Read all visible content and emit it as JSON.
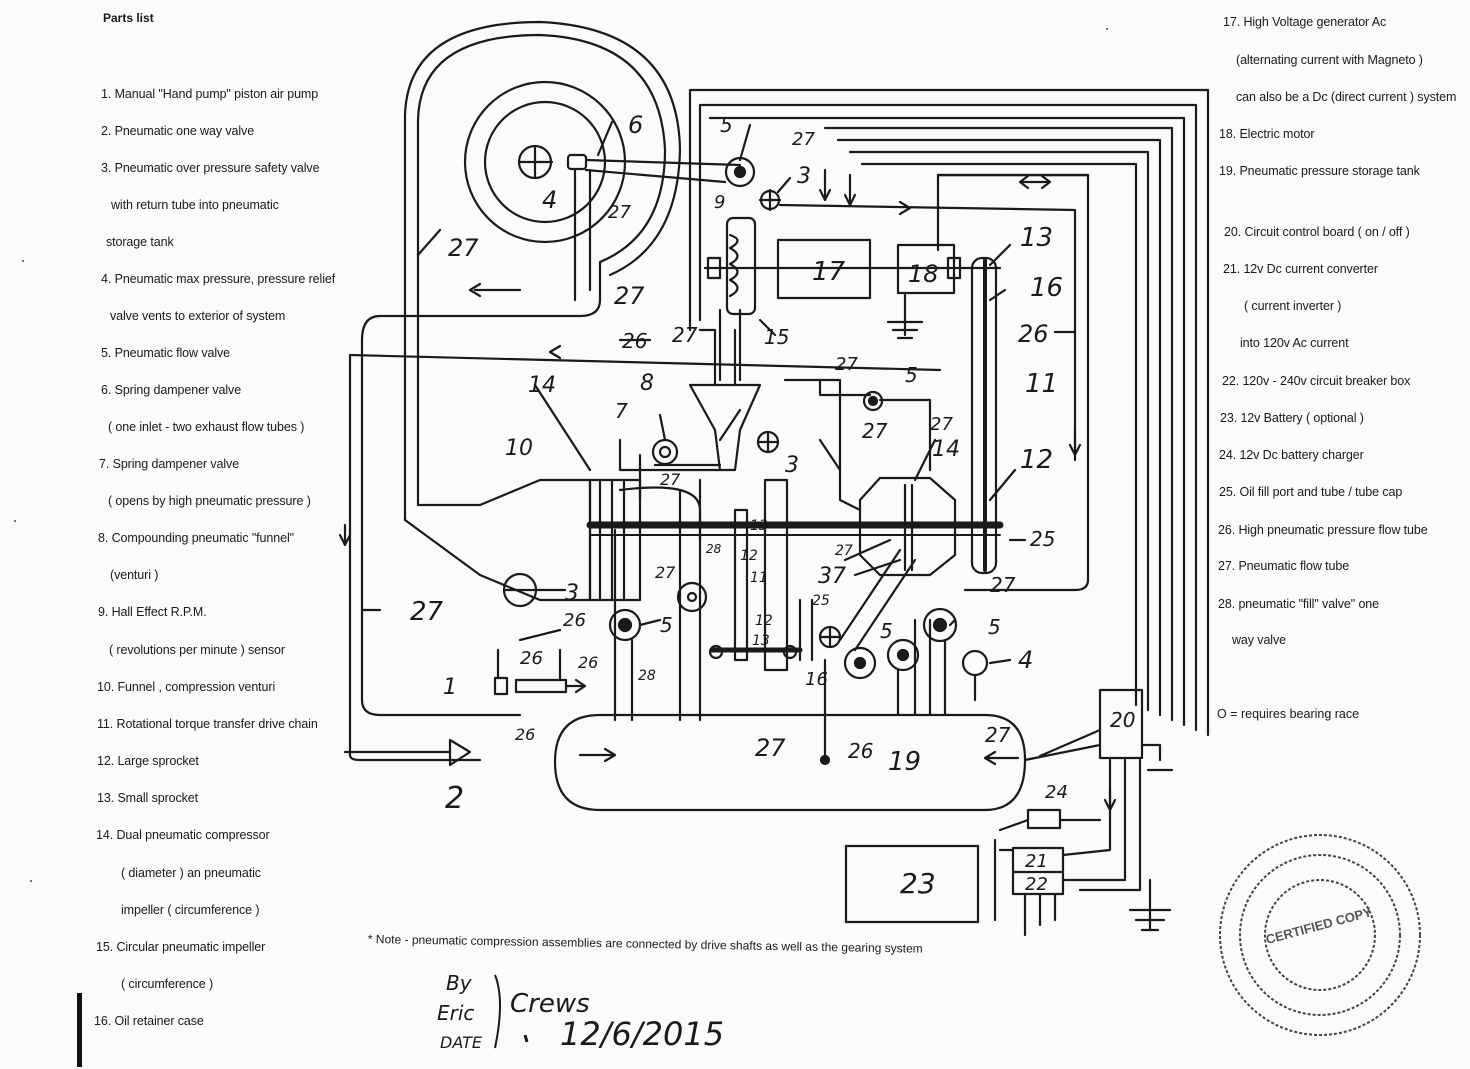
{
  "parts_list": {
    "title": "Parts list",
    "left": [
      "1. Manual \"Hand pump\" piston air pump",
      "2. Pneumatic one way valve",
      "3. Pneumatic over pressure safety valve",
      "with return tube into pneumatic",
      "storage tank",
      "4. Pneumatic max pressure, pressure relief",
      "valve vents to exterior of system",
      "5. Pneumatic flow valve",
      "6. Spring dampener valve",
      "( one inlet - two exhaust flow tubes )",
      "7. Spring dampener valve",
      "( opens by high pneumatic pressure )",
      "8. Compounding pneumatic \"funnel\"",
      "(venturi )",
      "9. Hall Effect R.P.M.",
      "( revolutions per minute ) sensor",
      "10. Funnel , compression venturi",
      "11. Rotational torque transfer drive chain",
      "12. Large sprocket",
      "13. Small sprocket",
      "14. Dual pneumatic compressor",
      "( diameter ) an     pneumatic",
      "impeller ( circumference )",
      "15. Circular pneumatic impeller",
      "( circumference )",
      "16. Oil retainer case"
    ],
    "right": [
      "17. High Voltage generator Ac",
      "(alternating current with Magneto )",
      "can also be a Dc (direct current ) system",
      "18. Electric motor",
      "19. Pneumatic pressure storage tank",
      "20. Circuit control board ( on / off )",
      "21. 12v Dc current converter",
      "( current inverter )",
      "into 120v Ac current",
      "22. 120v - 240v circuit breaker box",
      "23. 12v Battery ( optional )",
      "24. 12v Dc battery charger",
      "25. Oil fill port and tube / tube cap",
      "26. High pneumatic pressure flow tube",
      "27. Pneumatic flow tube",
      "28. pneumatic \"fill\" valve\" one",
      "way valve"
    ]
  },
  "legend_note": "O = requires bearing race",
  "footnote": "* Note - pneumatic compression assemblies are connected by drive shafts as well as the gearing system",
  "signature": {
    "by": "By",
    "name_first": "Eric",
    "name_last": "Crews",
    "date_label": "DATE",
    "date_value": "12/6/2015"
  },
  "diagram_labels": {
    "l1": "1",
    "l2": "2",
    "l3": "3",
    "l4": "4",
    "l5": "5",
    "l6": "6",
    "l7": "7",
    "l8": "8",
    "l9": "9",
    "l10": "10",
    "l11": "11",
    "l12": "12",
    "l13": "13",
    "l14": "14",
    "l15": "15",
    "l16": "16",
    "l17": "17",
    "l18": "18",
    "l19": "19",
    "l20": "20",
    "l21": "21",
    "l22": "22",
    "l23": "23",
    "l24": "24",
    "l25": "25",
    "l26": "26",
    "l27": "27",
    "l28": "28",
    "l37": "37"
  },
  "stamp_text": "CERTIFIED COPY"
}
